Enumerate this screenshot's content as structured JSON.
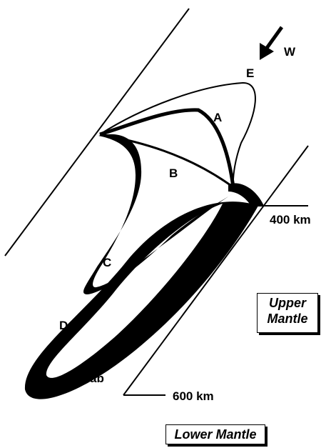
{
  "labels": {
    "a": "A",
    "b": "B",
    "c": "C",
    "d": "D",
    "e": "E",
    "w": "W",
    "slab": "Slab",
    "depth_400": "400 km",
    "depth_600": "600 km",
    "upper_mantle_line1": "Upper",
    "upper_mantle_line2": "Mantle",
    "lower_mantle": "Lower Mantle"
  }
}
